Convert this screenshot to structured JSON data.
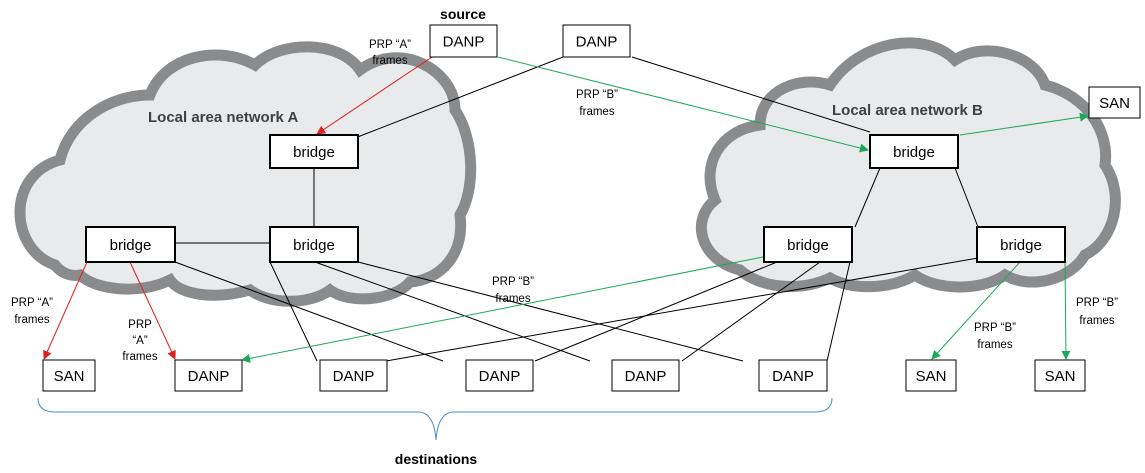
{
  "diagram": {
    "source_label": "source",
    "destinations_label": "destinations",
    "clouds": {
      "a": {
        "title": "Local area network A"
      },
      "b": {
        "title": "Local area network B"
      }
    },
    "nodes": {
      "danp_source": "DANP",
      "danp_top": "DANP",
      "bridge_a_top": "bridge",
      "bridge_a_left": "bridge",
      "bridge_a_mid": "bridge",
      "bridge_b_top": "bridge",
      "bridge_b_left": "bridge",
      "bridge_b_right": "bridge",
      "san_right_top": "SAN",
      "san_bottom_1": "SAN",
      "danp_bottom_1": "DANP",
      "danp_bottom_2": "DANP",
      "danp_bottom_3": "DANP",
      "danp_bottom_4": "DANP",
      "danp_bottom_5": "DANP",
      "san_bottom_2": "SAN",
      "san_bottom_3": "SAN"
    },
    "frame_labels": {
      "a_source_1": "PRP “A”",
      "a_source_2": "frames",
      "b_source_1": "PRP “B”",
      "b_source_2": "frames",
      "a_san_1": "PRP “A”",
      "a_san_2": "frames",
      "a_danp_1": "PRP",
      "a_danp_2": "“A”",
      "a_danp_3": "frames",
      "b_mid_1": "PRP “B”",
      "b_mid_2": "frames",
      "b_san2_1": "PRP “B”",
      "b_san2_2": "frames",
      "b_san3_1": "PRP “B”",
      "b_san3_2": "frames"
    },
    "colors": {
      "prp_a_frames": "#e0201e",
      "prp_b_frames": "#1aa85a",
      "links": "#000000",
      "brace": "#4a90c8",
      "cloud_fill": "#e9eaeb",
      "cloud_outline": "#8a8b8d"
    }
  }
}
